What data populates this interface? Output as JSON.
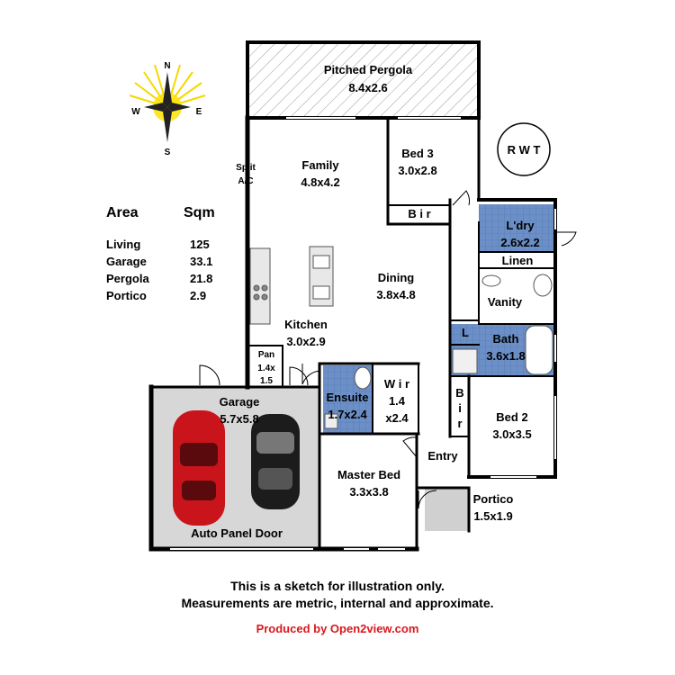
{
  "rooms": {
    "pergola": {
      "name": "Pitched Pergola",
      "dims": "8.4x2.6"
    },
    "family": {
      "name": "Family",
      "dims": "4.8x4.2"
    },
    "bed3": {
      "name": "Bed 3",
      "dims": "3.0x2.8"
    },
    "bir1": "B i r",
    "laundry": {
      "name": "L'dry",
      "dims": "2.6x2.2"
    },
    "linen": "Linen",
    "vanity": "Vanity",
    "dining": {
      "name": "Dining",
      "dims": "3.8x4.8"
    },
    "kitchen": {
      "name": "Kitchen",
      "dims": "3.0x2.9"
    },
    "pantry": {
      "name": "Pan",
      "dims1": "1.4x",
      "dims2": "1.5"
    },
    "l": "L",
    "bath": {
      "name": "Bath",
      "dims": "3.6x1.8"
    },
    "garage": {
      "name": "Garage",
      "dims": "5.7x5.8"
    },
    "ensuite": {
      "name": "Ensuite",
      "dims": "1.7x2.4"
    },
    "wir": {
      "name": "W i r",
      "dims1": "1.4",
      "dims2": "x2.4"
    },
    "bir2": {
      "l1": "B",
      "l2": "i",
      "l3": "r"
    },
    "bed2": {
      "name": "Bed 2",
      "dims": "3.0x3.5"
    },
    "entry": "Entry",
    "master": {
      "name": "Master Bed",
      "dims": "3.3x3.8"
    },
    "portico": {
      "name": "Portico",
      "dims": "1.5x1.9"
    },
    "split_ac": {
      "l1": "Split",
      "l2": "A/C"
    },
    "garage_door": "Auto Panel Door"
  },
  "compass": {
    "n": "N",
    "s": "S",
    "e": "E",
    "w": "W"
  },
  "logo": "R W T",
  "area_table": {
    "header": {
      "label": "Area",
      "unit": "Sqm"
    },
    "rows": [
      {
        "label": "Living",
        "value": "125"
      },
      {
        "label": "Garage",
        "value": "33.1"
      },
      {
        "label": "Pergola",
        "value": "21.8"
      },
      {
        "label": "Portico",
        "value": "2.9"
      }
    ]
  },
  "footer": {
    "line1": "This is a sketch for illustration only.",
    "line2": "Measurements are metric, internal and approximate.",
    "produced": "Produced by Open2view.com"
  },
  "colors": {
    "wall": "#000000",
    "wet_area": "#5f86bf",
    "garage_floor": "#d7d7d7",
    "portico_floor": "#d0d0d0",
    "car_red": "#c8141a",
    "car_black": "#1c1c1c",
    "produced": "#d8181d"
  }
}
